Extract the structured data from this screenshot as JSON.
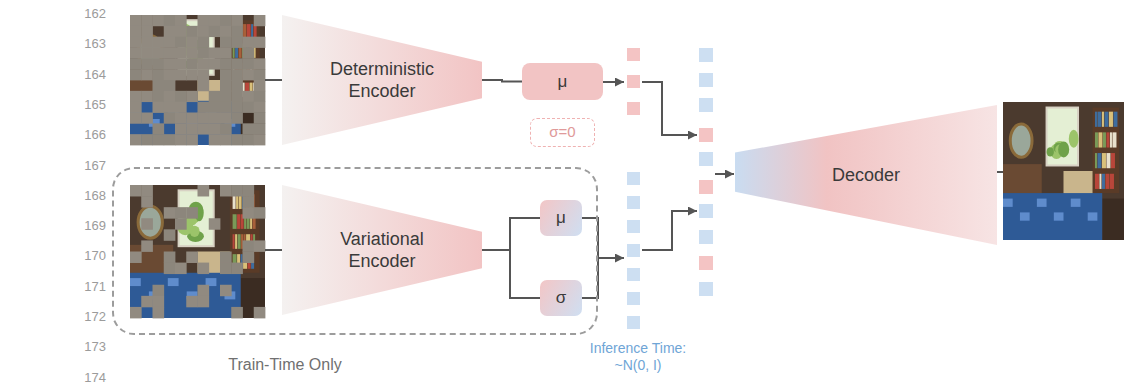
{
  "diagram": {
    "nodes": [
      {
        "text": [
          "Deterministic Encoder"
        ]
      },
      {
        "text": [
          "μ"
        ]
      },
      {
        "text": [
          "σ=0"
        ]
      },
      {
        "text": [
          "Train-Time Only"
        ]
      },
      {
        "text": [
          "Variational Encoder"
        ],
        "in": 3
      },
      {
        "text": [
          "μ"
        ],
        "in": 3
      },
      {
        "text": [
          "σ"
        ],
        "in": 3
      },
      {
        "text": [
          "Decoder"
        ]
      }
    ],
    "edges": [
      {
        "from": 0,
        "to": 1,
        "arrow": "none"
      },
      {
        "from": 4,
        "to": 5,
        "arrow": "none"
      },
      {
        "from": 4,
        "to": 6,
        "arrow": "none"
      }
    ],
    "labels": [
      "162",
      "163",
      "164",
      "165",
      "166",
      "167",
      "168",
      "169",
      "170",
      "171",
      "172",
      "173",
      "174",
      "Inference Time: ~N(0, I)"
    ]
  }
}
